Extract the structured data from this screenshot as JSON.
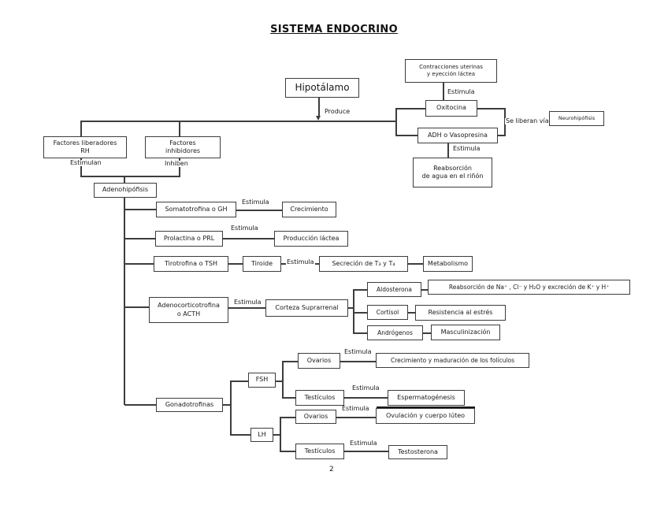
{
  "title": "SISTEMA ENDOCRINO",
  "page_number": "2",
  "nodes": {
    "hipotalamo": "Hipotálamo",
    "contracciones": "Contracciones uterinas\ny eyección láctea",
    "oxitocina": "Oxitocina",
    "neurohipofisis": "Neurohipófisis",
    "adh": "ADH o Vasopresina",
    "reabsorcion_agua": "Reabsorción\nde agua en el riñón",
    "factores_liberadores": "Factores liberadores\nRH",
    "factores_inhibidores": "Factores\ninhibidores",
    "adenohipofisis": "Adenohipófisis",
    "somatotrofina": "Somatotrofina o GH",
    "crecimiento": "Crecimiento",
    "prolactina": "Prolactina o PRL",
    "produccion_lactea": "Producción láctea",
    "tirotrofina": "Tirotrofina o TSH",
    "tiroide": "Tiroide",
    "secrecion_t3_t4": "Secreción de T₃ y T₄",
    "metabolismo": "Metabolismo",
    "acth": "Adenocorticotrofina\no ACTH",
    "corteza_suprarrenal": "Corteza Suprarrenal",
    "aldosterona": "Aldosterona",
    "reabsorcion_na": "Reabsorción de Na⁺ , Cl⁻ y H₂O y excreción de K⁺ y H⁺",
    "cortisol": "Cortisol",
    "resistencia_estres": "Resistencia al estrés",
    "androgenos": "Andrógenos",
    "masculinizacion": "Masculinización",
    "gonadotrofinas": "Gonadotrofinas",
    "fsh": "FSH",
    "lh": "LH",
    "ovarios_fsh": "Ovarios",
    "crecimiento_foliculos": "Crecimiento y maduración de los folículos",
    "testiculos_fsh": "Testículos",
    "espermatogenesis": "Espermatogénesis",
    "ovarios_lh": "Ovarios",
    "ovulacion_cuerpo_luteo": "Ovulación y cuerpo lúteo",
    "testiculos_lh": "Testículos",
    "testosterona": "Testosterona"
  },
  "labels": {
    "produce": "Produce",
    "estimula": "Estimula",
    "estimulan": "Estimulan",
    "inhiben": "Inhiben",
    "se_liberan_via": "Se liberan vía"
  },
  "colors": {
    "line": "#3d3d3d",
    "text": "#1a1a1a",
    "background": "#ffffff"
  }
}
